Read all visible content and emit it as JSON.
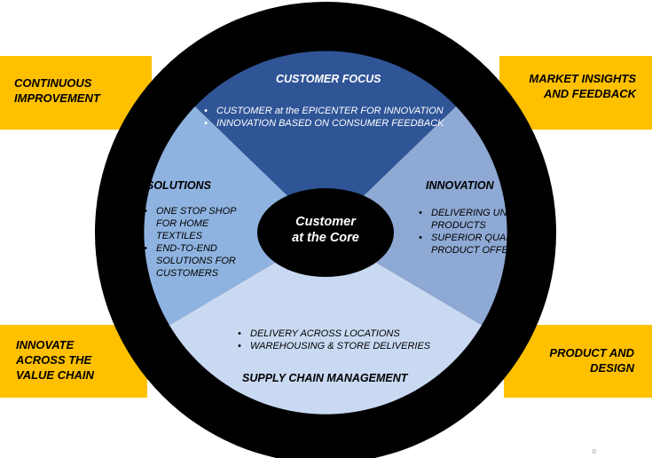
{
  "corners": {
    "top_left": [
      "CONTINUOUS",
      "IMPROVEMENT"
    ],
    "top_right": [
      "MARKET INSIGHTS",
      "AND FEEDBACK"
    ],
    "bottom_left": [
      "INNOVATE",
      "ACROSS THE",
      "VALUE CHAIN"
    ],
    "bottom_right": [
      "PRODUCT AND",
      "DESIGN"
    ]
  },
  "segments": {
    "customer_focus": {
      "title": "CUSTOMER FOCUS",
      "bullets": [
        "CUSTOMER  at the  EPICENTER FOR INNOVATION",
        "INNOVATION BASED ON CONSUMER FEEDBACK"
      ]
    },
    "solutions": {
      "title": "SOLUTIONS",
      "bullets": [
        "ONE STOP SHOP FOR HOME TEXTILES",
        "END-TO-END SOLUTIONS FOR CUSTOMERS"
      ]
    },
    "innovation": {
      "title": "INNOVATION",
      "bullets": [
        "DELIVERING UNIQUE PRODUCTS",
        "SUPERIOR QUALITY PRODUCT OFFERING"
      ]
    },
    "supply_chain": {
      "title": "SUPPLY CHAIN MANAGEMENT",
      "bullets": [
        "DELIVERY ACROSS LOCATIONS",
        "WAREHOUSING & STORE DELIVERIES"
      ]
    }
  },
  "core": [
    "Customer",
    "at the Core"
  ],
  "corner_mark": "0",
  "colors": {
    "corner_box": "#FFC000",
    "ring": "#000000",
    "customer_focus": "#2F5597",
    "solutions": "#8FB3E0",
    "innovation": "#8EA9D4",
    "supply_chain": "#C9D9F2",
    "core": "#000000"
  }
}
